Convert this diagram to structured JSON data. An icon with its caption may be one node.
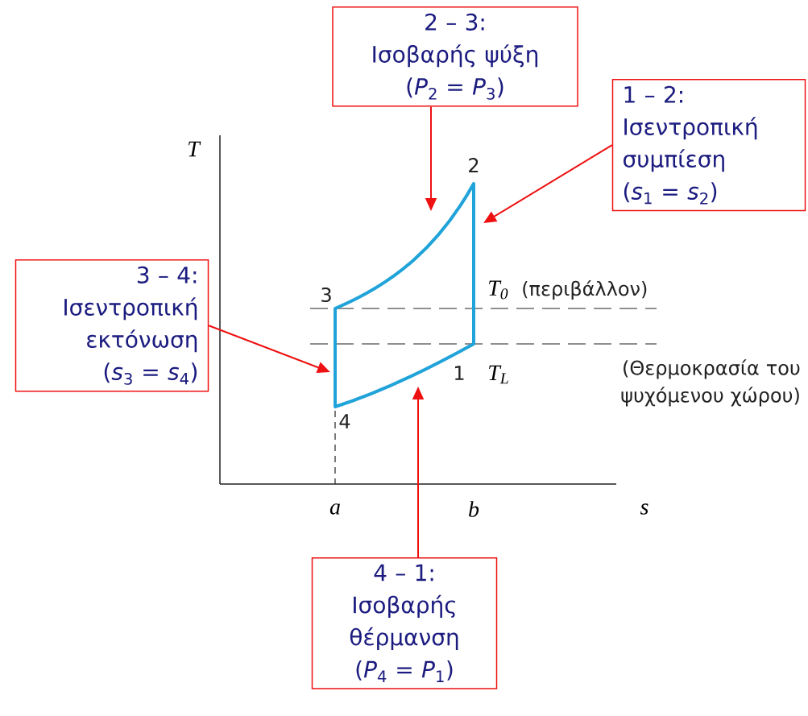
{
  "diagram": {
    "nodes": [
      {
        "text": [
          "2 – 3:",
          "Ισοβαρής ψύξη",
          "(*P*$_{2}$ = *P*$_{3}$)"
        ]
      },
      {
        "text": [
          "1 – 2:",
          "Ισεντροπική",
          "συμπίεση",
          "(*s*$_{1}$ = *s*$_{2}$)"
        ]
      },
      {
        "text": [
          "3 – 4:",
          "Ισεντροπική",
          "εκτόνωση",
          "(*s*$_{3}$ = *s*$_{4}$)"
        ]
      },
      {
        "text": [
          "4 – 1:",
          "Ισοβαρής θέρμανση",
          "(*P*$_{4}$ = *P*$_{1}$)"
        ]
      }
    ],
    "edges": [
      {
        "from": 0,
        "to": null,
        "arrow": "to"
      },
      {
        "from": 1,
        "to": null,
        "arrow": "to"
      },
      {
        "from": 2,
        "to": null,
        "arrow": "to"
      },
      {
        "from": 3,
        "to": null,
        "arrow": "to"
      }
    ],
    "labels": [
      "T",
      "2",
      "3",
      "*T*$_{0}$",
      "(περιβάλλον)",
      "1",
      "*T*$_{L}$",
      "(Θερμοκρασία του ψυχόμενου χώρου)",
      "4",
      "a",
      "b",
      "s"
    ]
  }
}
